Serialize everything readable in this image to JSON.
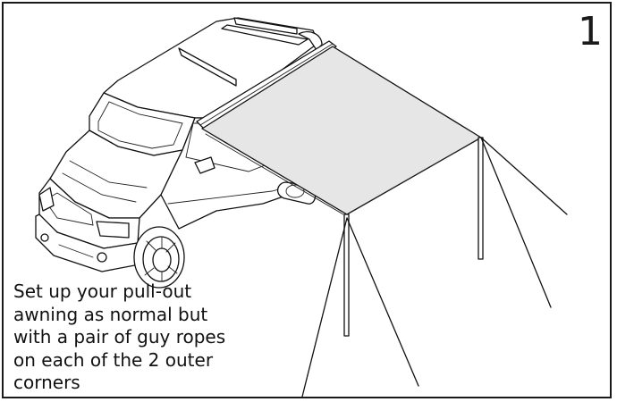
{
  "step": {
    "number": "1"
  },
  "caption": {
    "lines": [
      "Set up your pull-out",
      "awning as normal but",
      "with a pair of guy ropes",
      "on each of the 2 outer",
      "corners"
    ]
  },
  "colors": {
    "awning_fabric": "#e6e6e6",
    "outline": "#111111",
    "background": "#ffffff"
  }
}
